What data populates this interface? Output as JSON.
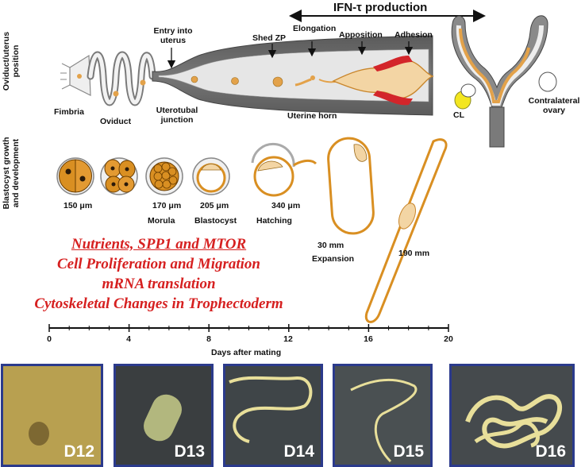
{
  "ifn_label": "IFN-τ production",
  "row_labels": {
    "position": [
      "Oviduct/uterus",
      "position"
    ],
    "growth": [
      "Blastocyst growth",
      "and development"
    ]
  },
  "anatomy": {
    "fimbria": "Fimbria",
    "oviduct": "Oviduct",
    "entry": [
      "Entry into",
      "uterus"
    ],
    "utj": [
      "Uterotubal",
      "junction"
    ],
    "shed_zp": "Shed ZP",
    "elongation": "Elongation",
    "apposition": "Apposition",
    "adhesion": "Adhesion",
    "uterine_horn": "Uterine horn",
    "cl": "CL",
    "contralateral": [
      "Contralateral",
      "ovary"
    ]
  },
  "stages": {
    "s150": "150 μm",
    "s170": "170 μm",
    "morula": "Morula",
    "s205": "205 μm",
    "blastocyst": "Blastocyst",
    "s340": "340 μm",
    "hatching": "Hatching",
    "s30": "30 mm",
    "expansion": "Expansion",
    "s190": "190 mm"
  },
  "processes": [
    "Nutrients, SPP1 and MTOR",
    "Cell Proliferation and Migration",
    "mRNA translation",
    "Cytoskeletal Changes in Trophectoderm"
  ],
  "axis": {
    "ticks": [
      "0",
      "4",
      "8",
      "12",
      "16",
      "20"
    ],
    "label": "Days after mating"
  },
  "photos": [
    {
      "label": "D12",
      "bg": "#b59a4a"
    },
    {
      "label": "D13",
      "bg": "#3a3e40"
    },
    {
      "label": "D14",
      "bg": "#3f4548"
    },
    {
      "label": "D15",
      "bg": "#4a5052"
    },
    {
      "label": "D16",
      "bg": "#454a4d"
    }
  ],
  "colors": {
    "embryo": "#e3a24a",
    "embryo_dark": "#d98f22",
    "uterus": "#666666",
    "uterus_lumen": "#dcdcdc",
    "red_text": "#d62020",
    "photo_border": "#2b3a8c",
    "adhesion_red": "#d3252a",
    "cl_yellow": "#f3e620"
  }
}
